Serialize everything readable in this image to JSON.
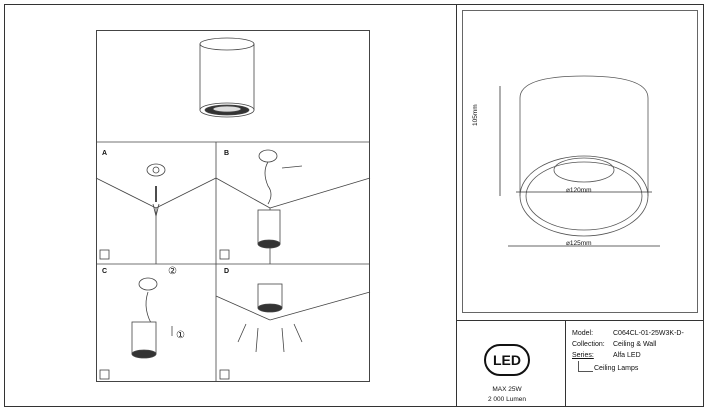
{
  "steps": {
    "a": "A",
    "b": "B",
    "c": "C",
    "d": "D",
    "circle_2": "②",
    "circle_1": "①"
  },
  "dimensions": {
    "height": "105mm",
    "inner_diameter": "⌀120mm",
    "outer_diameter": "⌀125mm"
  },
  "badge": {
    "logo": "LED",
    "power": "MAX 25W",
    "lumen": "2 000 Lumen"
  },
  "spec": {
    "model_label": "Model:",
    "model_value": "C064CL-01-25W3K-D-",
    "collection_label": "Collection:",
    "collection_value": "Ceiling & Wall",
    "series_label": "Series:",
    "series_value": "Alfa LED",
    "category": "Ceiling Lamps"
  }
}
